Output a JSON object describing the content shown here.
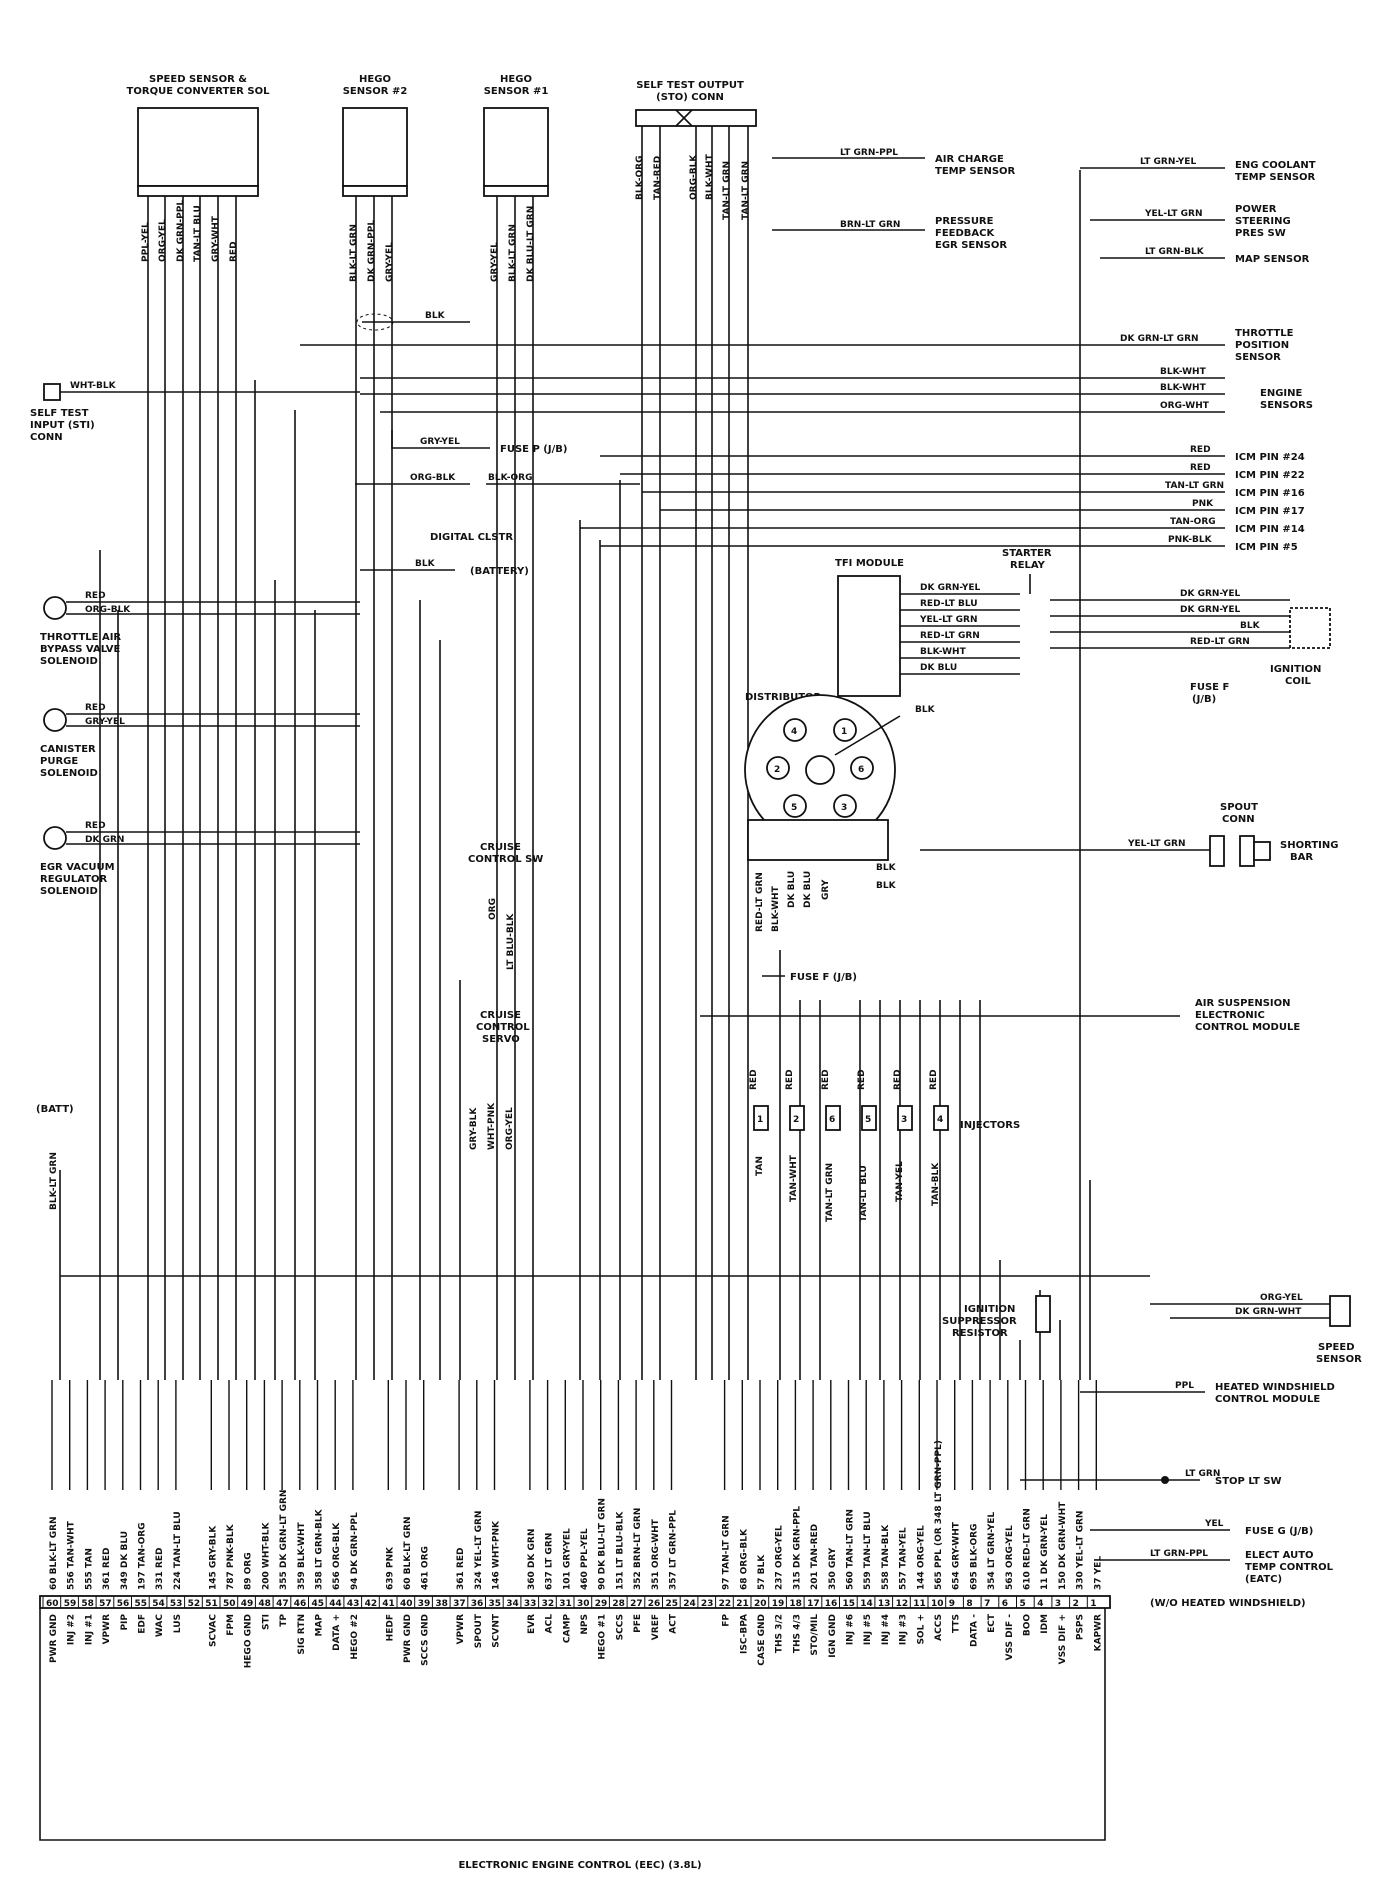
{
  "title": "ELECTRONIC ENGINE CONTROL (EEC) (3.8L)",
  "components": {
    "speed_sensor_tcc": [
      "SPEED SENSOR &",
      "TORQUE CONVERTER SOL"
    ],
    "hego2": [
      "HEGO",
      "SENSOR #2"
    ],
    "hego1": [
      "HEGO",
      "SENSOR #1"
    ],
    "sto": [
      "SELF TEST OUTPUT",
      "(STO) CONN"
    ],
    "air_charge": [
      "AIR CHARGE",
      "TEMP SENSOR"
    ],
    "pfe": [
      "PRESSURE",
      "FEEDBACK",
      "EGR SENSOR"
    ],
    "ect": [
      "ENG COOLANT",
      "TEMP SENSOR"
    ],
    "psps": [
      "POWER",
      "STEERING",
      "PRES SW"
    ],
    "map": [
      "MAP SENSOR"
    ],
    "tps": [
      "THROTTLE",
      "POSITION",
      "SENSOR"
    ],
    "engine_sensors": [
      "ENGINE",
      "SENSORS"
    ],
    "sti": [
      "SELF TEST",
      "INPUT (STI)",
      "CONN"
    ],
    "fuse_p": "FUSE P (J/B)",
    "digital_clstr": "DIGITAL CLSTR",
    "battery": "(BATTERY)",
    "tab": [
      "THROTTLE AIR",
      "BYPASS VALVE",
      "SOLENOID"
    ],
    "canister": [
      "CANISTER",
      "PURGE",
      "SOLENOID"
    ],
    "egr_vac": [
      "EGR VACUUM",
      "REGULATOR",
      "SOLENOID"
    ],
    "tfi": "TFI MODULE",
    "starter_relay": [
      "STARTER",
      "RELAY"
    ],
    "ignition_coil": [
      "IGNITION",
      "COIL"
    ],
    "fuse_f": [
      "FUSE F",
      "(J/B)"
    ],
    "distributor": "DISTRIBUTOR",
    "spout": [
      "SPOUT",
      "CONN"
    ],
    "shorting_bar": [
      "SHORTING",
      "BAR"
    ],
    "cruise_sw": [
      "CRUISE",
      "CONTROL SW"
    ],
    "cruise_servo": [
      "CRUISE",
      "CONTROL",
      "SERVO"
    ],
    "fuse_f_jb": "FUSE F (J/B)",
    "air_susp": [
      "AIR SUSPENSION",
      "ELECTRONIC",
      "CONTROL MODULE"
    ],
    "injectors": "INJECTORS",
    "batt": "(BATT)",
    "ign_supp": [
      "IGNITION",
      "SUPPRESSOR",
      "RESISTOR"
    ],
    "speed_sensor": [
      "SPEED",
      "SENSOR"
    ],
    "heated_ws": [
      "HEATED WINDSHIELD",
      "CONTROL MODULE"
    ],
    "stop_lt": "STOP LT SW",
    "fuse_g": "FUSE G (J/B)",
    "eatc": [
      "ELECT AUTO",
      "TEMP CONTROL",
      "(EATC)"
    ],
    "wo_hws": "(W/O HEATED WINDSHIELD)"
  },
  "icm_pins": [
    "ICM PIN #24",
    "ICM PIN #22",
    "ICM PIN #16",
    "ICM PIN #17",
    "ICM PIN #14",
    "ICM PIN #5"
  ],
  "icm_colors": [
    "RED",
    "RED",
    "TAN-LT GRN",
    "PNK",
    "TAN-ORG",
    "PNK-BLK"
  ],
  "sensor_colors": {
    "speed_tcc": [
      "PPL-YEL",
      "ORG-YEL",
      "DK GRN-PPL",
      "TAN-LT BLU",
      "GRY-WHT",
      "RED"
    ],
    "hego2": [
      "BLK-LT GRN",
      "DK GRN-PPL",
      "GRY-YEL"
    ],
    "hego1": [
      "GRY-YEL",
      "BLK-LT GRN",
      "DK BLU-LT GRN"
    ],
    "sto": [
      "BLK-ORG",
      "TAN-RED",
      "ORG-BLK",
      "BLK-WHT",
      "TAN-LT GRN",
      "TAN-LT GRN"
    ],
    "engine_sensors": [
      "BLK-WHT",
      "BLK-WHT",
      "ORG-WHT"
    ],
    "tfi": [
      "DK GRN-YEL",
      "RED-LT BLU",
      "YEL-LT GRN",
      "RED-LT GRN",
      "BLK-WHT",
      "DK BLU"
    ],
    "coil": [
      "DK GRN-YEL",
      "DK GRN-YEL",
      "BLK",
      "RED-LT GRN"
    ],
    "dist": [
      "RED-LT GRN",
      "BLK-WHT",
      "DK BLU",
      "DK BLU",
      "GRY"
    ],
    "cruise_sw": [
      "ORG",
      "LT BLU-BLK"
    ],
    "servo": [
      "GRY-BLK",
      "WHT-PNK",
      "ORG-YEL"
    ],
    "inj_top": [
      "RED",
      "RED",
      "RED",
      "RED",
      "RED",
      "RED"
    ],
    "inj_bot": [
      "TAN",
      "TAN-WHT",
      "TAN-LT GRN",
      "TAN-LT BLU",
      "TAN-YEL",
      "TAN-BLK"
    ],
    "inj_num": [
      "1",
      "2",
      "6",
      "5",
      "3",
      "4"
    ],
    "speed": [
      "ORG-YEL",
      "DK GRN-WHT"
    ],
    "dist_cap": [
      "4",
      "1",
      "2",
      "6",
      "5",
      "3"
    ]
  },
  "wire_labels": {
    "lt_grn_ppl": "LT GRN-PPL",
    "brn_lt_grn": "BRN-LT GRN",
    "lt_grn_yel": "LT GRN-YEL",
    "yel_lt_grn": "YEL-LT GRN",
    "lt_grn_blk": "LT GRN-BLK",
    "dk_grn_lt_grn": "DK GRN-LT GRN",
    "wht_blk": "WHT-BLK",
    "blk": "BLK",
    "gry_yel": "GRY-YEL",
    "org_blk": "ORG-BLK",
    "blk_org": "BLK-ORG",
    "red": "RED",
    "org_blk2": "ORG-BLK",
    "gry_yel2": "GRY-YEL",
    "dk_grn": "DK GRN",
    "yel_lt_grn2": "YEL-LT GRN",
    "blk_lt_grn": "BLK-LT GRN",
    "ppl": "PPL",
    "lt_grn": "LT GRN",
    "yel": "YEL",
    "lt_grn_ppl2": "LT GRN-PPL"
  },
  "eec_pins": {
    "numbers": [
      "60",
      "59",
      "58",
      "57",
      "56",
      "55",
      "54",
      "53",
      "52",
      "51",
      "50",
      "49",
      "48",
      "47",
      "46",
      "45",
      "44",
      "43",
      "42",
      "41",
      "40",
      "39",
      "38",
      "37",
      "36",
      "35",
      "34",
      "33",
      "32",
      "31",
      "30",
      "29",
      "28",
      "27",
      "26",
      "25",
      "24",
      "23",
      "22",
      "21",
      "20",
      "19",
      "18",
      "17",
      "16",
      "15",
      "14",
      "13",
      "12",
      "11",
      "10",
      "9",
      "8",
      "7",
      "6",
      "5",
      "4",
      "3",
      "2",
      "1"
    ],
    "wires": [
      "60 BLK-LT GRN",
      "556 TAN-WHT",
      "555 TAN",
      "361 RED",
      "349 DK BLU",
      "197 TAN-ORG",
      "331 RED",
      "224 TAN-LT BLU",
      "",
      "145 GRY-BLK",
      "787 PNK-BLK",
      "89 ORG",
      "200 WHT-BLK",
      "355 DK GRN-LT GRN",
      "359 BLK-WHT",
      "358 LT GRN-BLK",
      "656 ORG-BLK",
      "94 DK GRN-PPL",
      "",
      "639 PNK",
      "60 BLK-LT GRN",
      "461 ORG",
      "",
      "361 RED",
      "324 YEL-LT GRN",
      "146 WHT-PNK",
      "",
      "360 DK GRN",
      "637 LT GRN",
      "101 GRY-YEL",
      "460 PPL-YEL",
      "90 DK BLU-LT GRN",
      "151 LT BLU-BLK",
      "352 BRN-LT GRN",
      "351 ORG-WHT",
      "357 LT GRN-PPL",
      "",
      "",
      "97 TAN-LT GRN",
      "68 ORG-BLK",
      "57 BLK",
      "237 ORG-YEL",
      "315 DK GRN-PPL",
      "201 TAN-RED",
      "350 GRY",
      "560 TAN-LT GRN",
      "559 TAN-LT BLU",
      "558 TAN-BLK",
      "557 TAN-YEL",
      "144 ORG-YEL",
      "565 PPL (OR 348 LT GRN-PPL)",
      "654 GRY-WHT",
      "695 BLK-ORG",
      "354 LT GRN-YEL",
      "563 ORG-YEL",
      "610 RED-LT GRN",
      "11 DK GRN-YEL",
      "150 DK GRN-WHT",
      "330 YEL-LT GRN",
      "37 YEL"
    ],
    "functions": [
      "PWR GND",
      "INJ #2",
      "INJ #1",
      "VPWR",
      "PIP",
      "EDF",
      "WAC",
      "LUS",
      "",
      "SCVAC",
      "FPM",
      "HEGO GND",
      "STI",
      "TP",
      "SIG RTN",
      "MAP",
      "DATA +",
      "HEGO #2",
      "",
      "HEDF",
      "PWR GND",
      "SCCS GND",
      "",
      "VPWR",
      "SPOUT",
      "SCVNT",
      "",
      "EVR",
      "ACL",
      "CAMP",
      "NPS",
      "HEGO #1",
      "SCCS",
      "PFE",
      "VREF",
      "ACT",
      "",
      "",
      "FP",
      "ISC-BPA",
      "CASE GND",
      "THS 3/2",
      "THS 4/3",
      "STO/MIL",
      "IGN GND",
      "INJ #6",
      "INJ #5",
      "INJ #4",
      "INJ #3",
      "SOL +",
      "ACCS",
      "TTS",
      "DATA -",
      "ECT",
      "VSS DIF -",
      "BOO",
      "IDM",
      "VSS DIF +",
      "PSPS",
      "KAPWR"
    ]
  }
}
